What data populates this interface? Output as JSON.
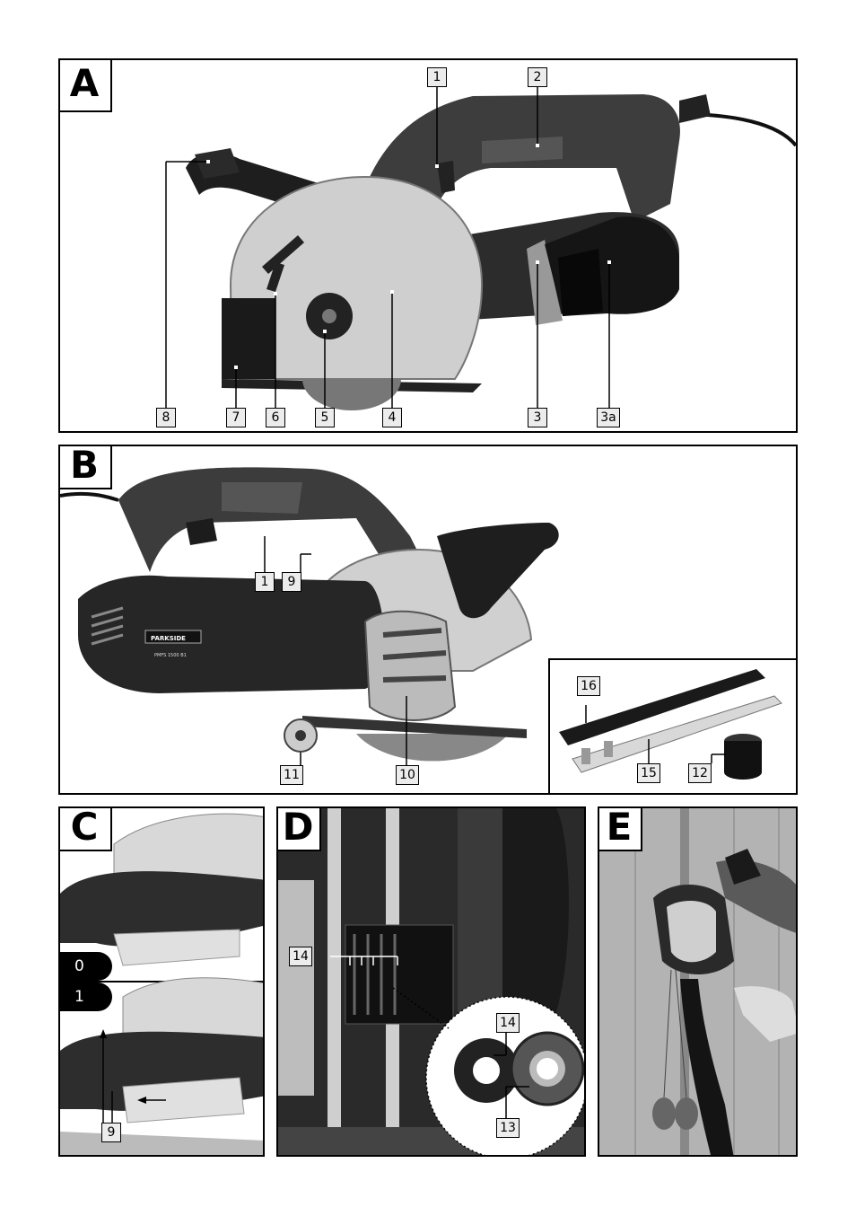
{
  "figures": {
    "A": {
      "letter": "A",
      "callouts": {
        "c1": "1",
        "c2": "2",
        "c3": "3",
        "c3a": "3a",
        "c4": "4",
        "c5": "5",
        "c6": "6",
        "c7": "7",
        "c8": "8"
      }
    },
    "B": {
      "letter": "B",
      "brand": "PARKSIDE",
      "model": "PMFS 1500 B1",
      "callouts": {
        "c1": "1",
        "c9": "9",
        "c10": "10",
        "c11": "11",
        "c12": "12",
        "c15": "15",
        "c16": "16"
      }
    },
    "C": {
      "letter": "C",
      "switch_off": "0",
      "switch_on": "1",
      "callouts": {
        "c9": "9"
      }
    },
    "D": {
      "letter": "D",
      "callouts": {
        "c13": "13",
        "c14a": "14",
        "c14b": "14"
      }
    },
    "E": {
      "letter": "E"
    }
  },
  "colors": {
    "ink": "#000000",
    "tool_body": "#3a3a3a",
    "guard": "#cfcfcf",
    "callout_fill": "#ececec"
  }
}
